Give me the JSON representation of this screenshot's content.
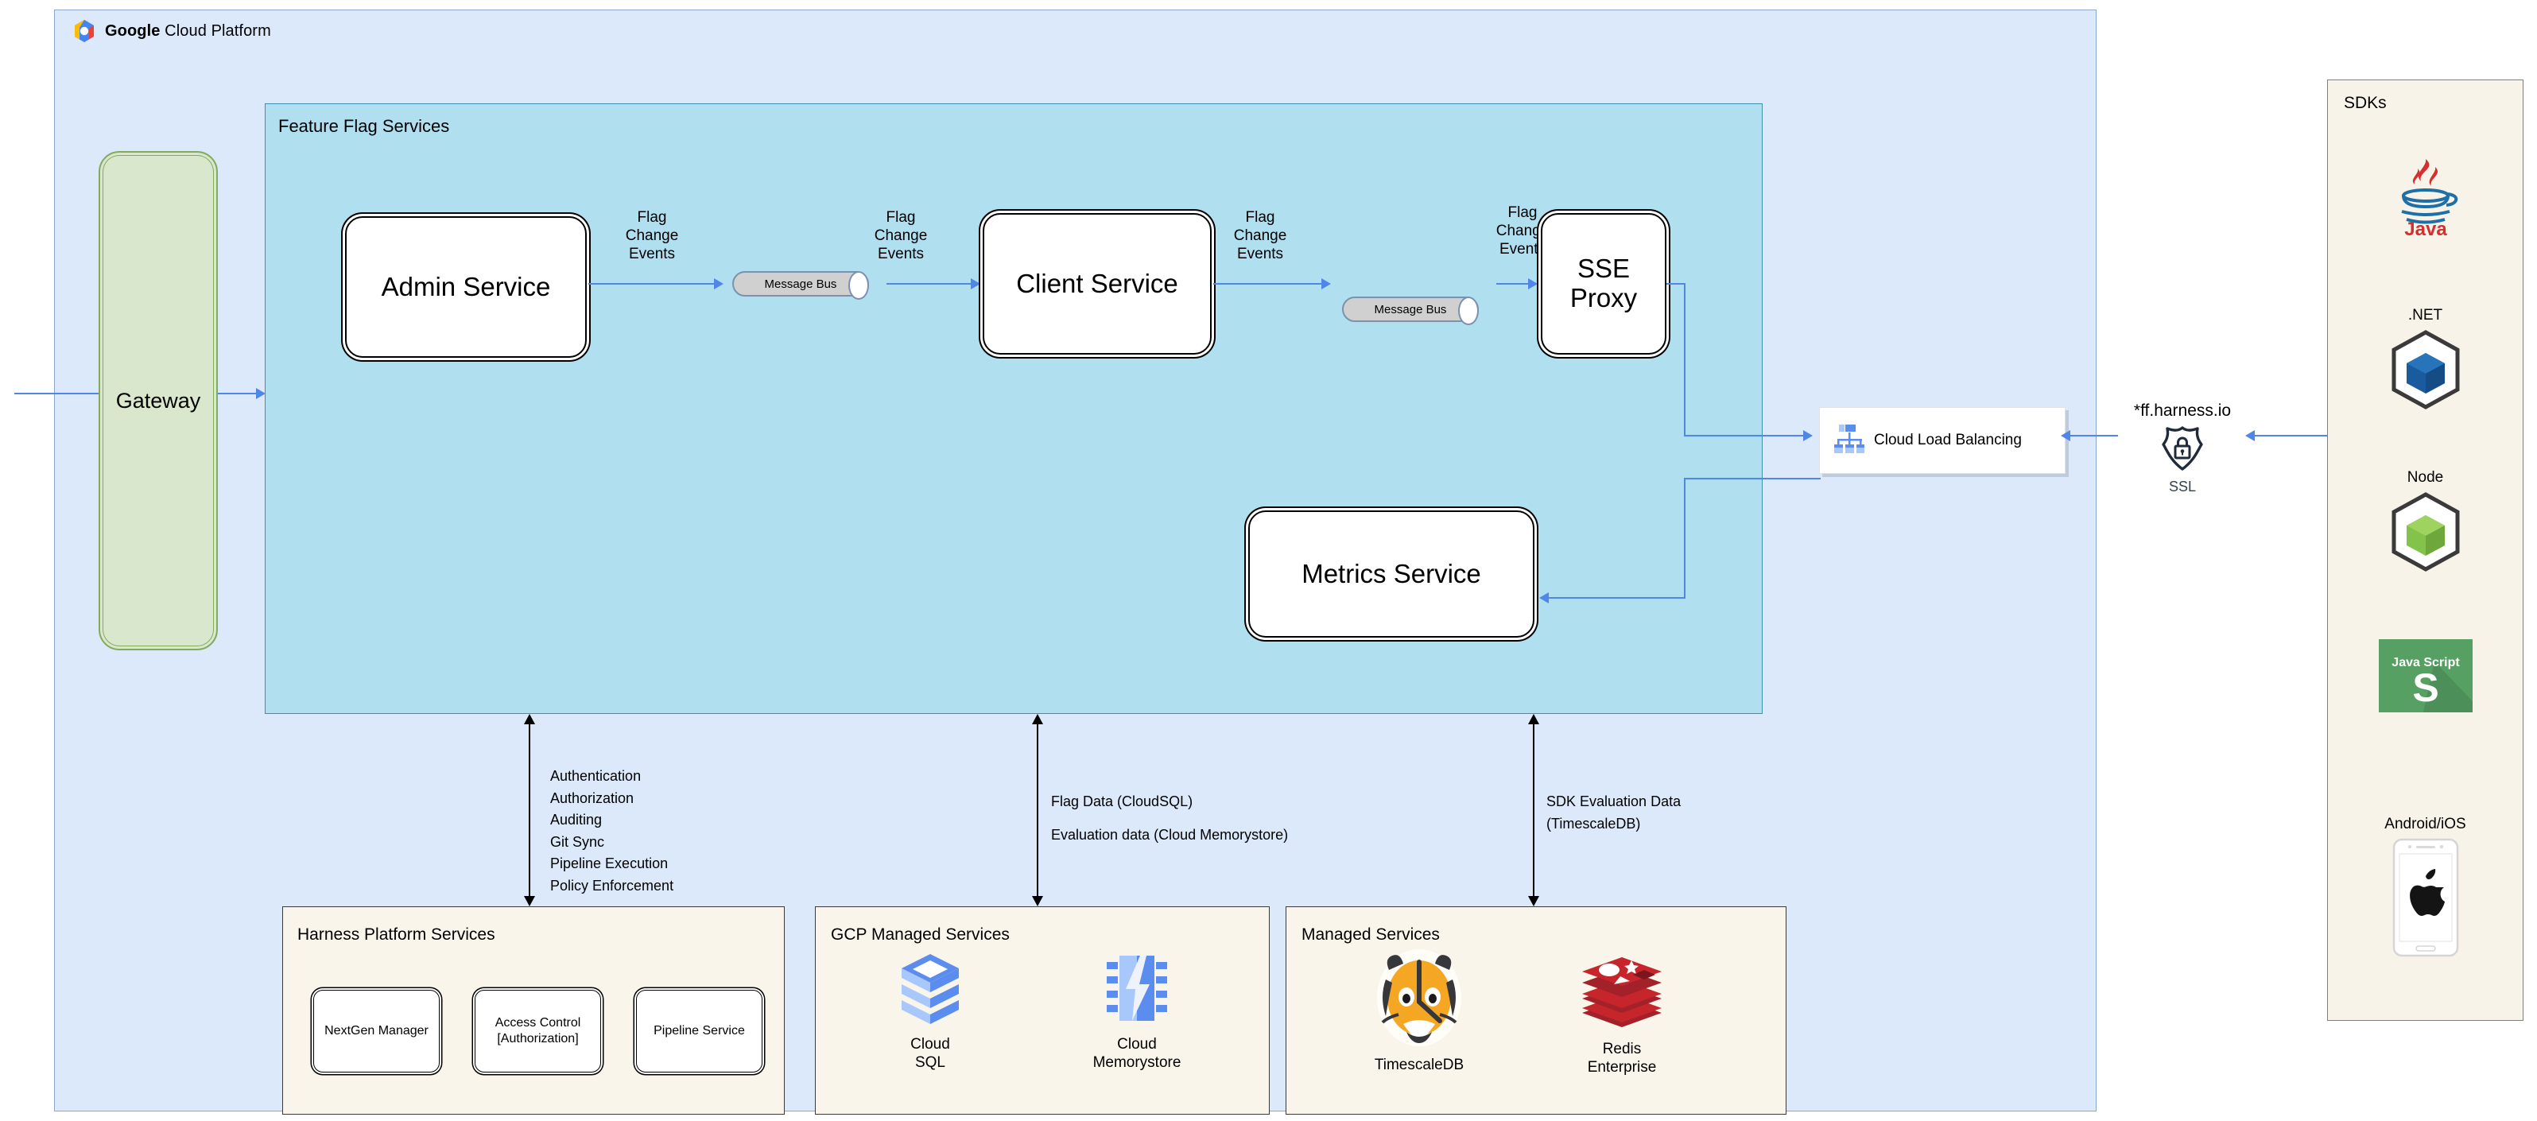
{
  "gcp": {
    "title_bold": "Google",
    "title_rest": " Cloud Platform",
    "logo": "google-cloud-hexagon-icon"
  },
  "gateway": {
    "label": "Gateway"
  },
  "feature_flag_services": {
    "title": "Feature Flag Services",
    "nodes": [
      {
        "id": "admin-service",
        "label": "Admin Service"
      },
      {
        "id": "client-service",
        "label": "Client Service"
      },
      {
        "id": "sse-proxy",
        "label": "SSE\nProxy"
      },
      {
        "id": "metrics-service",
        "label": "Metrics Service"
      }
    ],
    "message_bus_label": "Message Bus",
    "edge_labels": [
      "Flag\nChange\nEvents",
      "Flag\nChange\nEvents",
      "Flag\nChange\nEvents",
      "Flag\nChange\nEvents"
    ]
  },
  "load_balancer": {
    "label": "Cloud Load Balancing",
    "icon": "cloud-load-balancing-icon"
  },
  "ssl": {
    "domain": "*ff.harness.io",
    "caption": "SSL",
    "icon": "ssl-shield-lock-icon"
  },
  "annotations": {
    "harness": "Authentication\nAuthorization\nAuditing\nGit Sync\nPipeline Execution\nPolicy Enforcement",
    "gcp_data_line1": "Flag Data (CloudSQL)",
    "gcp_data_line2": "Evaluation data (Cloud Memorystore)",
    "managed_data": "SDK Evaluation Data\n(TimescaleDB)"
  },
  "harness_platform_services": {
    "title": "Harness Platform Services",
    "items": [
      {
        "label": "NextGen Manager"
      },
      {
        "label": "Access Control\n[Authorization]"
      },
      {
        "label": "Pipeline Service"
      }
    ]
  },
  "gcp_managed_services": {
    "title": "GCP Managed Services",
    "items": [
      {
        "label": "Cloud\nSQL",
        "icon": "cloud-sql-icon"
      },
      {
        "label": "Cloud\nMemorystore",
        "icon": "cloud-memorystore-icon"
      }
    ]
  },
  "managed_services": {
    "title": "Managed Services",
    "items": [
      {
        "label": "TimescaleDB",
        "icon": "timescaledb-tiger-icon"
      },
      {
        "label": "Redis\nEnterprise",
        "icon": "redis-stack-icon"
      }
    ]
  },
  "sdks": {
    "title": "SDKs",
    "items": [
      {
        "label": "Java",
        "label_position": "below",
        "icon": "java-coffee-icon"
      },
      {
        "label": ".NET",
        "label_position": "above",
        "icon": "dotnet-cube-icon"
      },
      {
        "label": "Node",
        "label_position": "above",
        "icon": "node-cube-icon"
      },
      {
        "label": "",
        "label_position": "none",
        "icon": "javascript-tile-icon"
      },
      {
        "label": "Android/iOS",
        "label_position": "above",
        "icon": "mobile-apple-icon"
      }
    ]
  },
  "colors": {
    "gcp_panel_bg": "#dce9fb",
    "ffs_bg": "#b0dff0",
    "gateway_bg": "#d9e8cd",
    "group_box_bg": "#faf5eb",
    "connector_blue": "#4f86e8",
    "redis_red": "#c6252c",
    "timescale_orange": "#f5a623",
    "node_green": "#83c24b",
    "js_green": "#56a064",
    "gcp_icon_blue": "#5b8def"
  }
}
